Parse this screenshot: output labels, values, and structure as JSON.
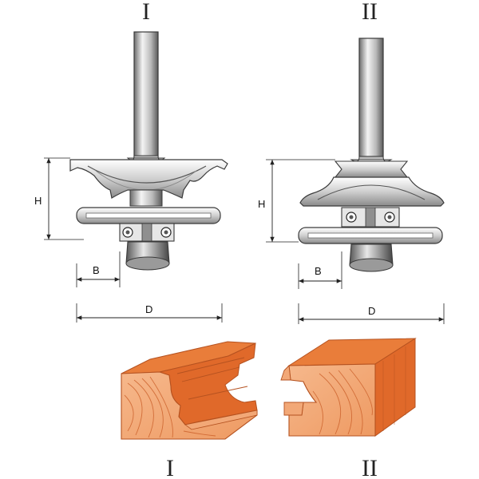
{
  "labels": {
    "bit_i": "I",
    "bit_ii": "II",
    "profile_i": "I",
    "profile_ii": "II"
  },
  "dimensions": {
    "height": "H",
    "bearing_offset": "B",
    "diameter": "D"
  },
  "colors": {
    "metal_light": "#f4f4f4",
    "metal_mid": "#c9c9c9",
    "metal_dark": "#6d6d6d",
    "outline": "#3a3a3a",
    "wood_face": "#f2a877",
    "wood_top": "#e97d3a",
    "wood_side": "#e0692a",
    "wood_grain": "#c85a24"
  },
  "icons": [
    "router-bit-icon",
    "bearing-icon",
    "wood-profile-icon"
  ]
}
